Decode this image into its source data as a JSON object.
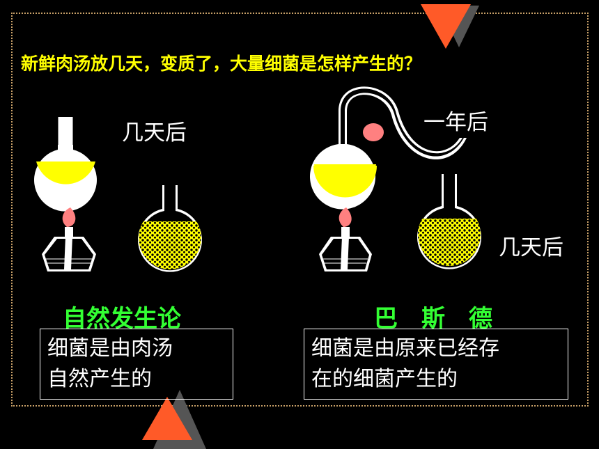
{
  "question": "新鲜肉汤放几天，变质了，大量细菌是怎样产生的？",
  "left": {
    "time_label": "几天后",
    "theory_title": "自然发生论",
    "theory_line1": "细菌是由肉汤",
    "theory_line2": "自然产生的"
  },
  "right": {
    "time_label_year": "一年后",
    "time_label_days": "几天后",
    "theory_title": "巴　斯　德",
    "theory_line1": "细菌是由原来已经存",
    "theory_line2": "在的细菌产生的"
  },
  "colors": {
    "broth": "#ffff00",
    "flame": "#ff8080",
    "theory_title": "#33ff33",
    "triangle": "#ff5a28",
    "frame": "#c8a068"
  }
}
